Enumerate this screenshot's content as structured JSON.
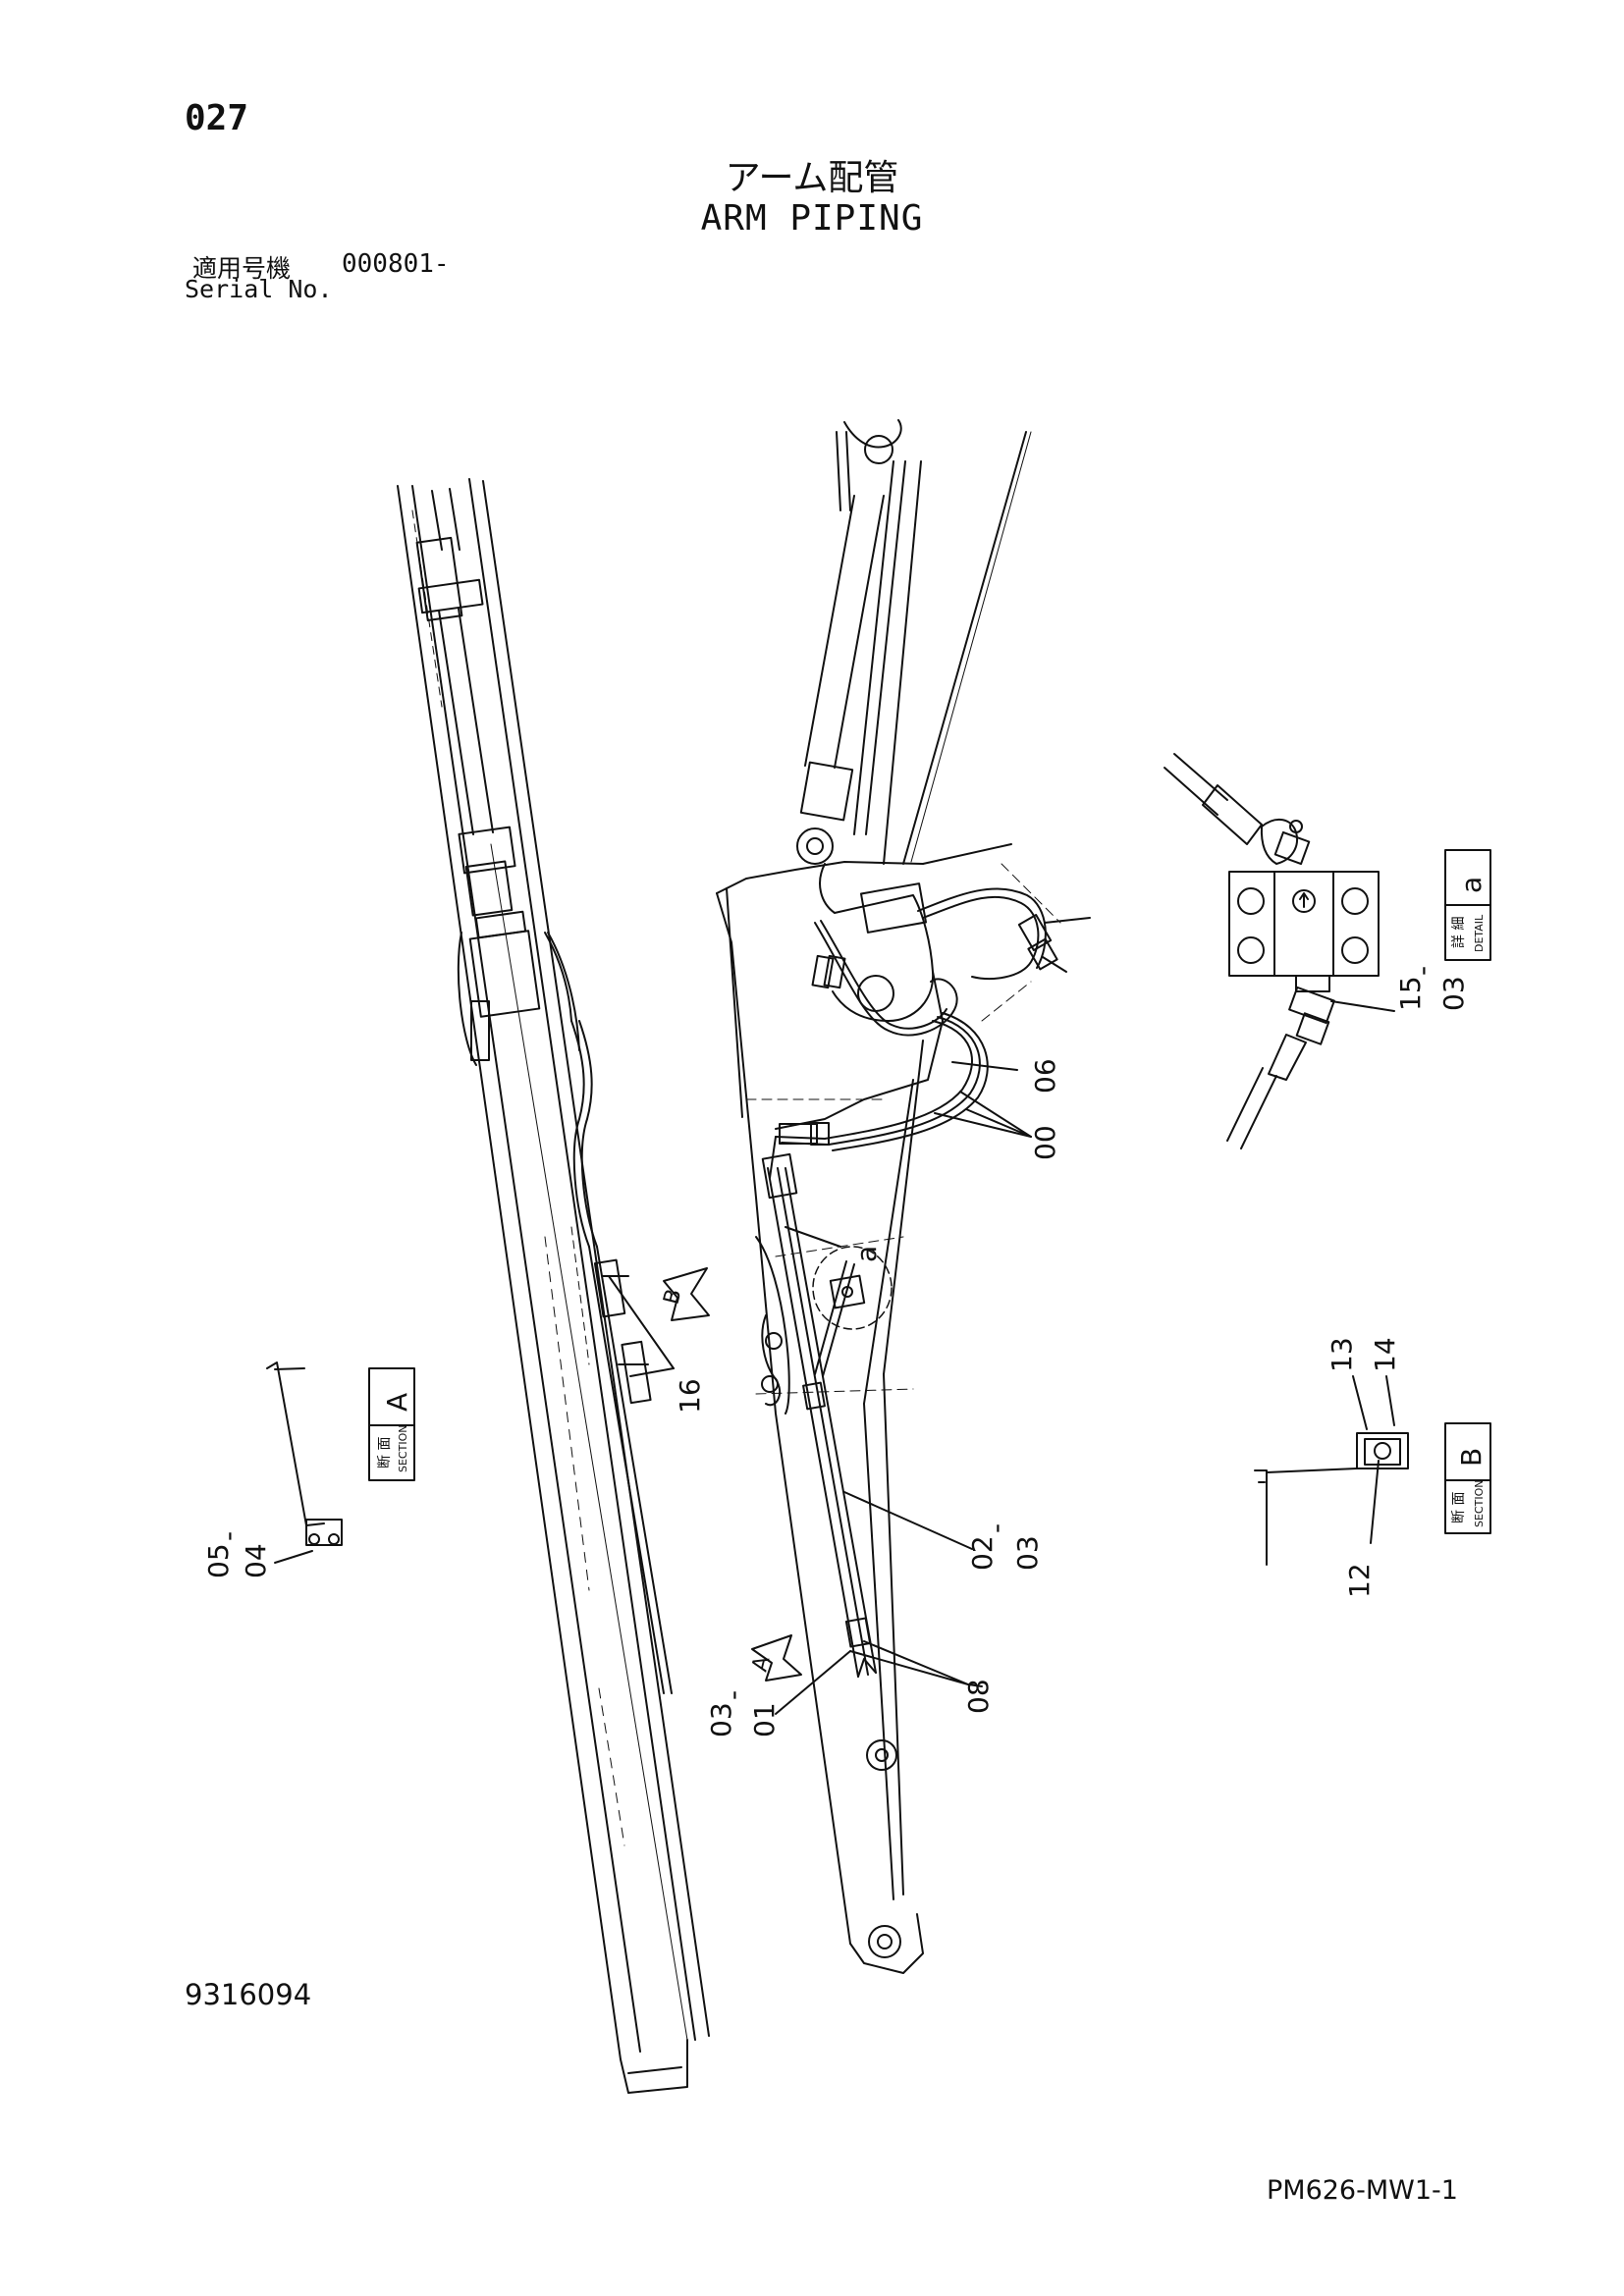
{
  "header": {
    "page_number": "027",
    "title_jp": "アーム配管",
    "title_en": "ARM PIPING",
    "serial_label_jp": "適用号機",
    "serial_value": "000801-",
    "serial_label_en": "Serial No."
  },
  "footer": {
    "drawing_id": "9316094",
    "page_code": "PM626-MW1-1"
  },
  "views": {
    "section_a": {
      "label_jp": "断 面",
      "label_en": "SECTION",
      "letter": "A"
    },
    "section_b": {
      "label_jp": "断 面",
      "label_en": "SECTION",
      "letter": "B"
    },
    "detail_a": {
      "label_jp": "詳 細",
      "label_en": "DETAIL",
      "letter": "a"
    }
  },
  "view_arrows": {
    "a_letter": "A",
    "b_letter": "B"
  },
  "callouts": {
    "c0504_top": "05",
    "c0504_bot": "04",
    "c16": "16",
    "c0301_top": "03",
    "c0301_bot": "01",
    "c08": "08",
    "c0203_top": "02",
    "c0203_bot": "03",
    "c06": "06",
    "c00": "00",
    "c_a": "a",
    "c1503_top": "15",
    "c1503_bot": "03",
    "c13": "13",
    "c14": "14",
    "c12": "12",
    "dash": "-"
  },
  "colors": {
    "ink": "#111111",
    "paper": "#ffffff"
  }
}
